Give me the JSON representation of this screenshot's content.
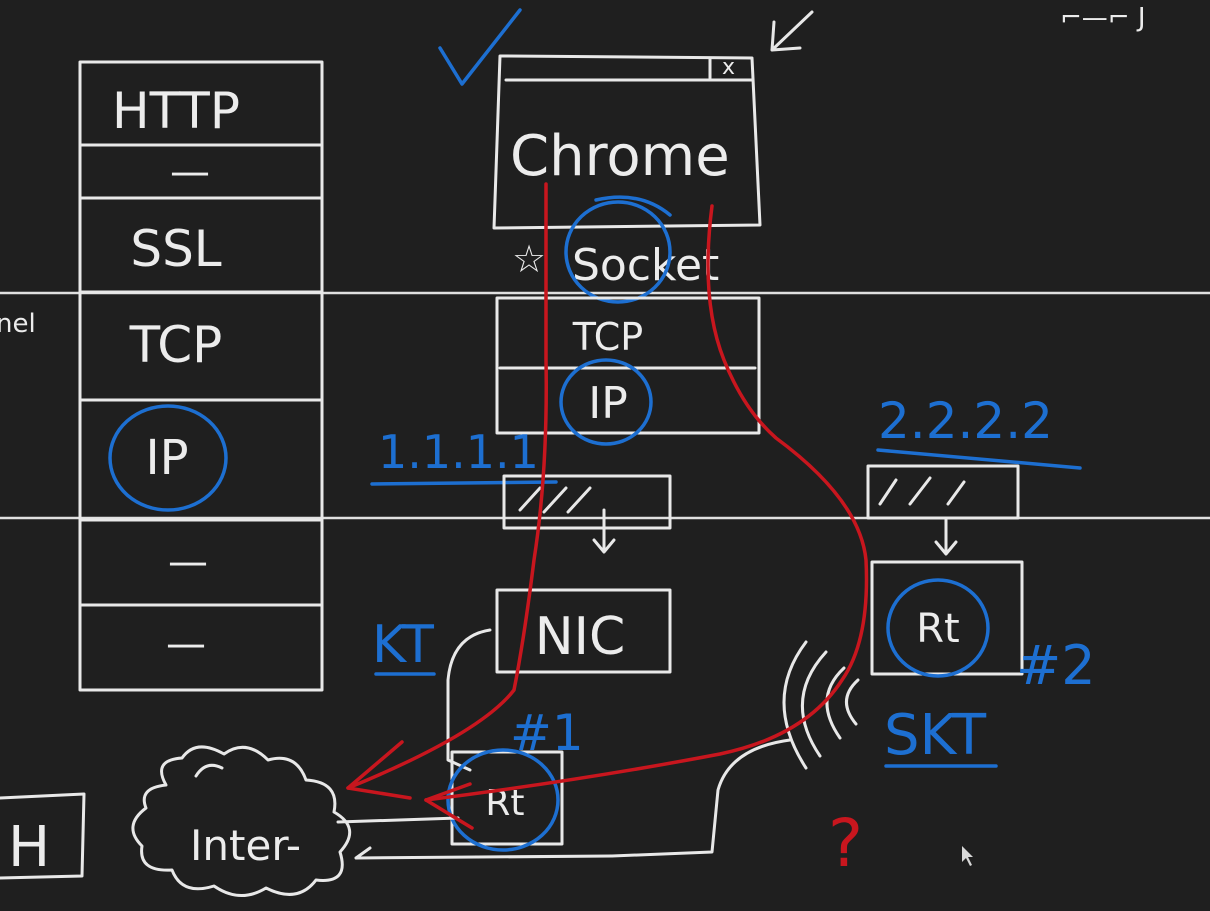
{
  "stack": {
    "layers": [
      "HTTP",
      "—",
      "SSL",
      "TCP",
      "IP",
      "—",
      "—"
    ]
  },
  "browser": {
    "title": "Chrome",
    "close": "x",
    "socket": "Socket",
    "star": "☆",
    "tcp": "TCP",
    "ip": "IP"
  },
  "host1": {
    "ip_address": "1.1.1.1",
    "nic": "NIC",
    "isp": "KT",
    "router": "Rt",
    "router_number": "#1"
  },
  "host2": {
    "ip_address": "2.2.2.2",
    "router": "Rt",
    "router_number": "#2",
    "isp": "SKT"
  },
  "internet": {
    "label": "Inter-"
  },
  "misc": {
    "question": "?",
    "left_edge_fragment": "nel",
    "bottom_left_fragment": "H",
    "top_right_fragment": "⌐—⌐ J"
  },
  "colors": {
    "background": "#1f1f1f",
    "chalk": "#e8e8e8",
    "blue": "#1d6fd1",
    "red": "#c8161e"
  }
}
